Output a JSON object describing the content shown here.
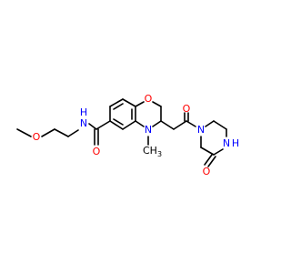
{
  "colors": {
    "bond": "#000000",
    "oxygen": "#ff0000",
    "nitrogen": "#0000ff",
    "carbon": "#000000",
    "background": "#ffffff"
  },
  "atoms": {
    "o_methoxy": "O",
    "n_amide": "N",
    "h_amide": "H",
    "o_carbonyl_left": "O",
    "o_ring": "O",
    "n_ring": "N",
    "methyl": "CH",
    "methyl_sub": "3",
    "o_ketone": "O",
    "n_piperazine_1": "N",
    "n_piperazine_4": "N",
    "h_piperazine": "H",
    "o_lactam": "O"
  }
}
